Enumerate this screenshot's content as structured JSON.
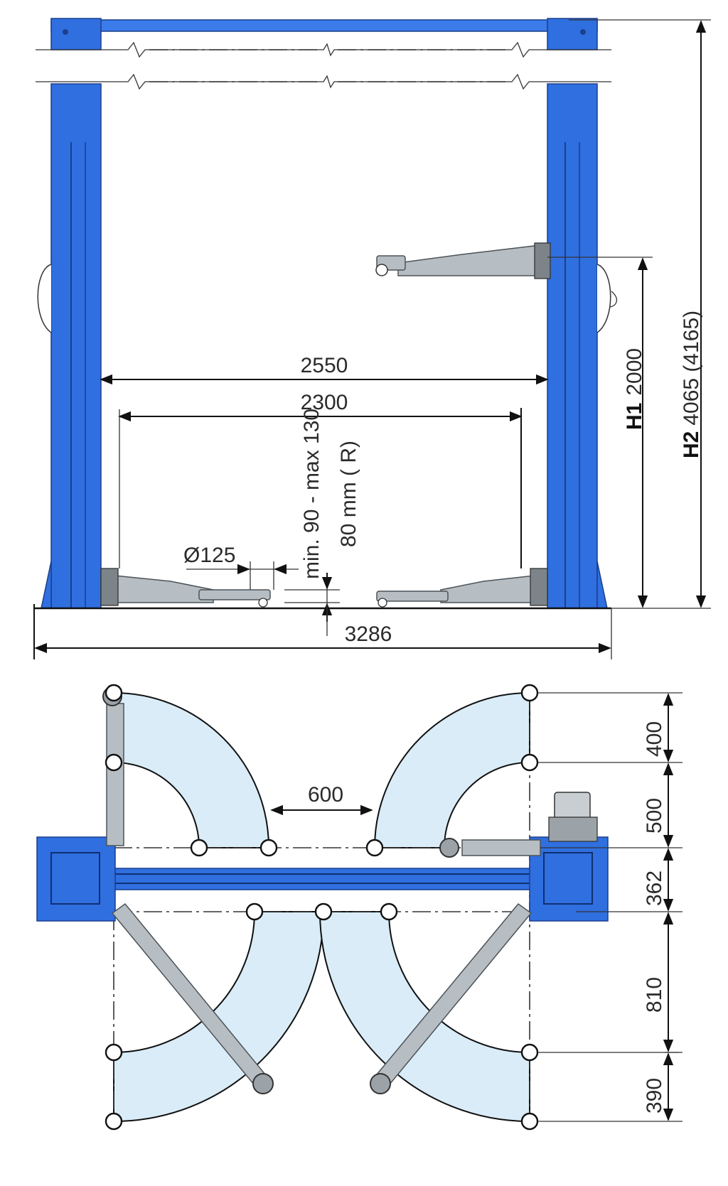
{
  "front_view": {
    "dimensions": {
      "column_gap": "2550",
      "arm_span": "2300",
      "overall_width": "3286",
      "pad_diameter": "Ø125",
      "pad_height_line1": "min. 90 - max 130",
      "pad_height_line2": "80 mm ( R)",
      "h1_label": "H1",
      "h1_value": "2000",
      "h2_label": "H2",
      "h2_value": "4065 (4165)"
    }
  },
  "top_view": {
    "dimensions": {
      "center_gap": "600",
      "d400": "400",
      "d500": "500",
      "d362": "362",
      "d810": "810",
      "d390": "390"
    }
  },
  "colors": {
    "column_blue": "#2f6fe0",
    "arm_grey": "#b7bec3",
    "sweep_area": "#d9ecf8",
    "line": "#111111"
  }
}
